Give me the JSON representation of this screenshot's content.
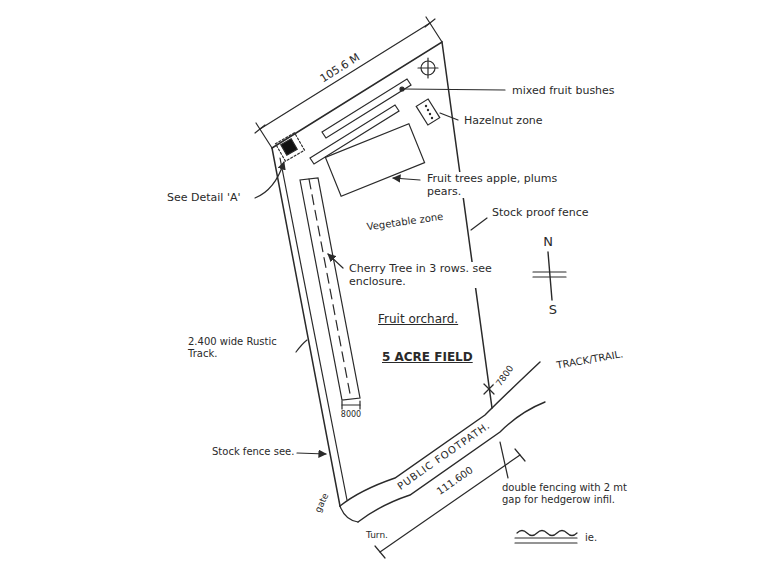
{
  "diagram": {
    "labels": [
      "105.6 M",
      "mixed fruit bushes",
      "Hazelnut zone",
      "See Detail 'A'",
      "Fruit trees apple, plums pears.",
      "Stock proof fence",
      "Vegetable zone",
      "Cherry Tree in 3 rows. see enclosure.",
      "Fruit orchard.",
      "5 ACRE FIELD",
      "2.400 wide Rustic Track.",
      "Stock fence see.",
      "8000",
      "TRACK/TRAIL.",
      "PUBLIC FOOTPATH.",
      "111.600",
      "7800",
      "double fencing with 2 mt gap for hedgerow infil.",
      "ie.",
      "gate",
      "Turn.",
      "N",
      "S"
    ]
  }
}
